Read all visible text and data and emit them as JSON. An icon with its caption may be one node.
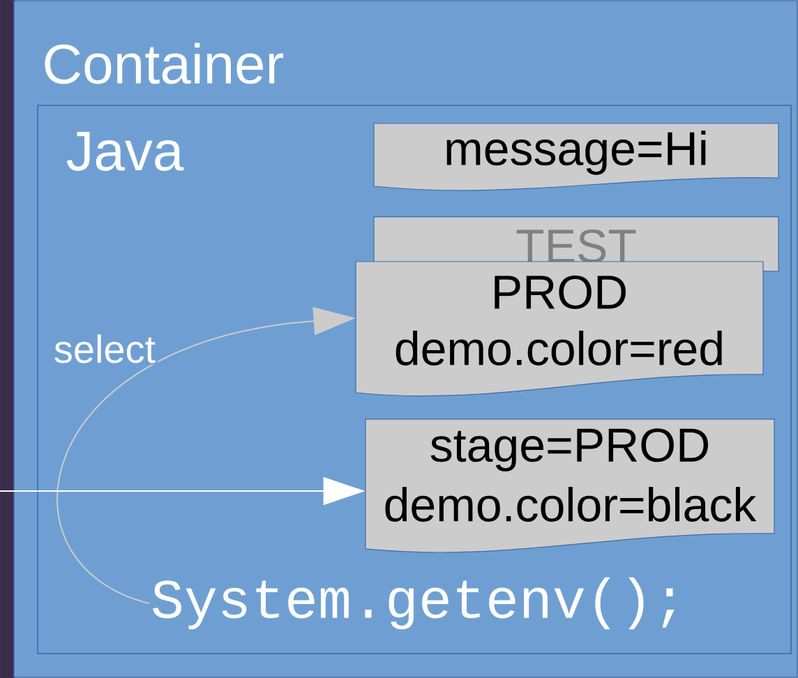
{
  "diagram": {
    "nodes": [
      {
        "text": [
          "Container"
        ]
      },
      {
        "text": [
          "Java"
        ],
        "in": 0
      },
      {
        "text": [
          "message=Hi"
        ],
        "in": 1
      },
      {
        "text": [
          "TEST"
        ],
        "in": 1
      },
      {
        "text": [
          "PROD",
          "demo.color=red"
        ],
        "in": 1
      },
      {
        "text": [
          "stage=PROD",
          "demo.color=black"
        ],
        "in": 1
      },
      {
        "text": [
          "System.getenv();"
        ],
        "in": 1
      }
    ],
    "edges": [
      {
        "from": 6,
        "to": 4,
        "arrow": "to",
        "label": "select",
        "color": "#cccccc"
      },
      {
        "from": null,
        "to": 5,
        "arrow": "to",
        "color": "#ffffff"
      }
    ]
  }
}
